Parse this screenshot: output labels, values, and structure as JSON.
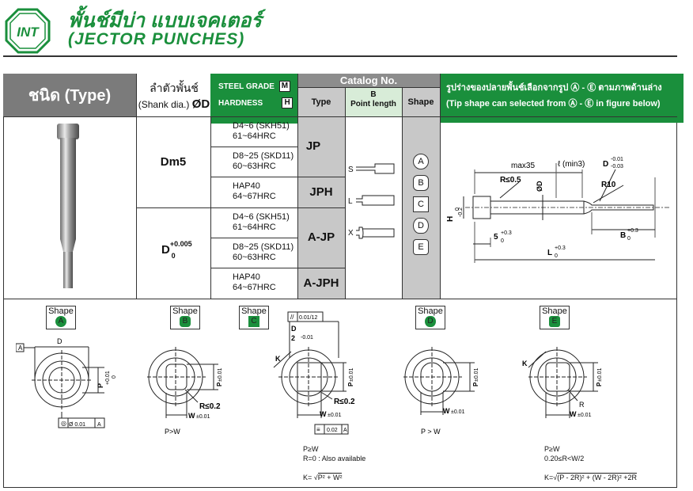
{
  "header": {
    "logo_text": "INT",
    "title_th": "พั้นช์มีบ่า แบบเจคเตอร์",
    "title_en": "(JECTOR PUNCHES)"
  },
  "table_header": {
    "type": "ชนิด (Type)",
    "shank_th": "ลำตัวพั้นช์",
    "shank_en": "(Shank dia.)",
    "shank_symbol": "ØD",
    "steel_grade": "STEEL GRADE",
    "steel_grade_box": "M",
    "hardness": "HARDNESS",
    "hardness_box": "H",
    "catalog_no": "Catalog No.",
    "col_type": "Type",
    "col_b_letter": "B",
    "col_b_label": "Point length",
    "col_shape": "Shape",
    "tip_line1": "รูปร่างของปลายพั้นช์เลือกจากรูป Ⓐ - Ⓔ ตามภาพด้านล่าง",
    "tip_line2": "(Tip shape can selected from Ⓐ - Ⓔ in figure below)"
  },
  "rows": {
    "shank_1": "Dm5",
    "shank_2_main": "D",
    "shank_2_sup": "+0.005",
    "shank_2_sub": "0",
    "grades": [
      {
        "grade": "D4~6 (SKH51)",
        "hardness": "61~64HRC"
      },
      {
        "grade": "D8~25 (SKD11)",
        "hardness": "60~63HRC"
      },
      {
        "grade": "HAP40",
        "hardness": "64~67HRC"
      },
      {
        "grade": "D4~6 (SKH51)",
        "hardness": "61~64HRC"
      },
      {
        "grade": "D8~25 (SKD11)",
        "hardness": "60~63HRC"
      },
      {
        "grade": "HAP40",
        "hardness": "64~67HRC"
      }
    ],
    "types": [
      "JP",
      "JPH",
      "A-JP",
      "A-JPH"
    ],
    "point_lengths": [
      "S",
      "L",
      "X"
    ],
    "shapes": [
      "A",
      "B",
      "C",
      "D",
      "E"
    ]
  },
  "dimensions": {
    "max35": "max35",
    "l_min3": "ℓ (min3)",
    "d_tol": "D",
    "d_tol_up": "-0.01",
    "d_tol_low": "-0.03",
    "r05": "R≤0.5",
    "od": "ØD",
    "r10": "R10",
    "h": "H",
    "h_up": "0",
    "h_low": "-0.2",
    "five": "5",
    "five_up": "+0.3",
    "five_low": "0",
    "b": "B",
    "b_up": "+0.3",
    "b_low": "0",
    "l": "L",
    "l_up": "+0.3",
    "l_low": "0"
  },
  "shape_panels": {
    "shape_label": "Shape",
    "A": {
      "letter": "A",
      "d": "D",
      "p": "P",
      "p_tol_up": "+0.01",
      "p_tol_low": "0",
      "datum": "A",
      "tol_box": "Ø 0.01",
      "tol_ref": "A"
    },
    "B": {
      "letter": "B",
      "p": "P",
      "p_tol": "±0.01",
      "r": "R≤0.2",
      "w": "W",
      "w_tol": "±0.01",
      "note": "P>W"
    },
    "C": {
      "letter": "C",
      "par_tol": "0.01/12",
      "d_over2": "D",
      "d2_den": "2",
      "d2_tol": "-0.01",
      "k": "K",
      "p": "P",
      "p_tol": "±0.01",
      "r": "R≤0.2",
      "w": "W",
      "w_tol": "±0.01",
      "sym_tol": "0.02",
      "sym_ref": "A",
      "note1": "P≥W",
      "note2": "R=0 : Also available",
      "formula_k": "K=",
      "formula_body": "P² + W²"
    },
    "D": {
      "letter": "D",
      "p": "P",
      "p_tol": "±0.01",
      "w": "W",
      "w_tol": "±0.01",
      "note": "P > W"
    },
    "E": {
      "letter": "E",
      "k": "K",
      "p": "P",
      "p_tol": "±0.01",
      "r": "R",
      "w": "W",
      "w_tol": "±0.01",
      "note1": "P≥W",
      "note2": "0.20≤R<W/2",
      "formula_k": "K=",
      "formula_body": "(P - 2R)² + (W - 2R)² +2R"
    }
  }
}
